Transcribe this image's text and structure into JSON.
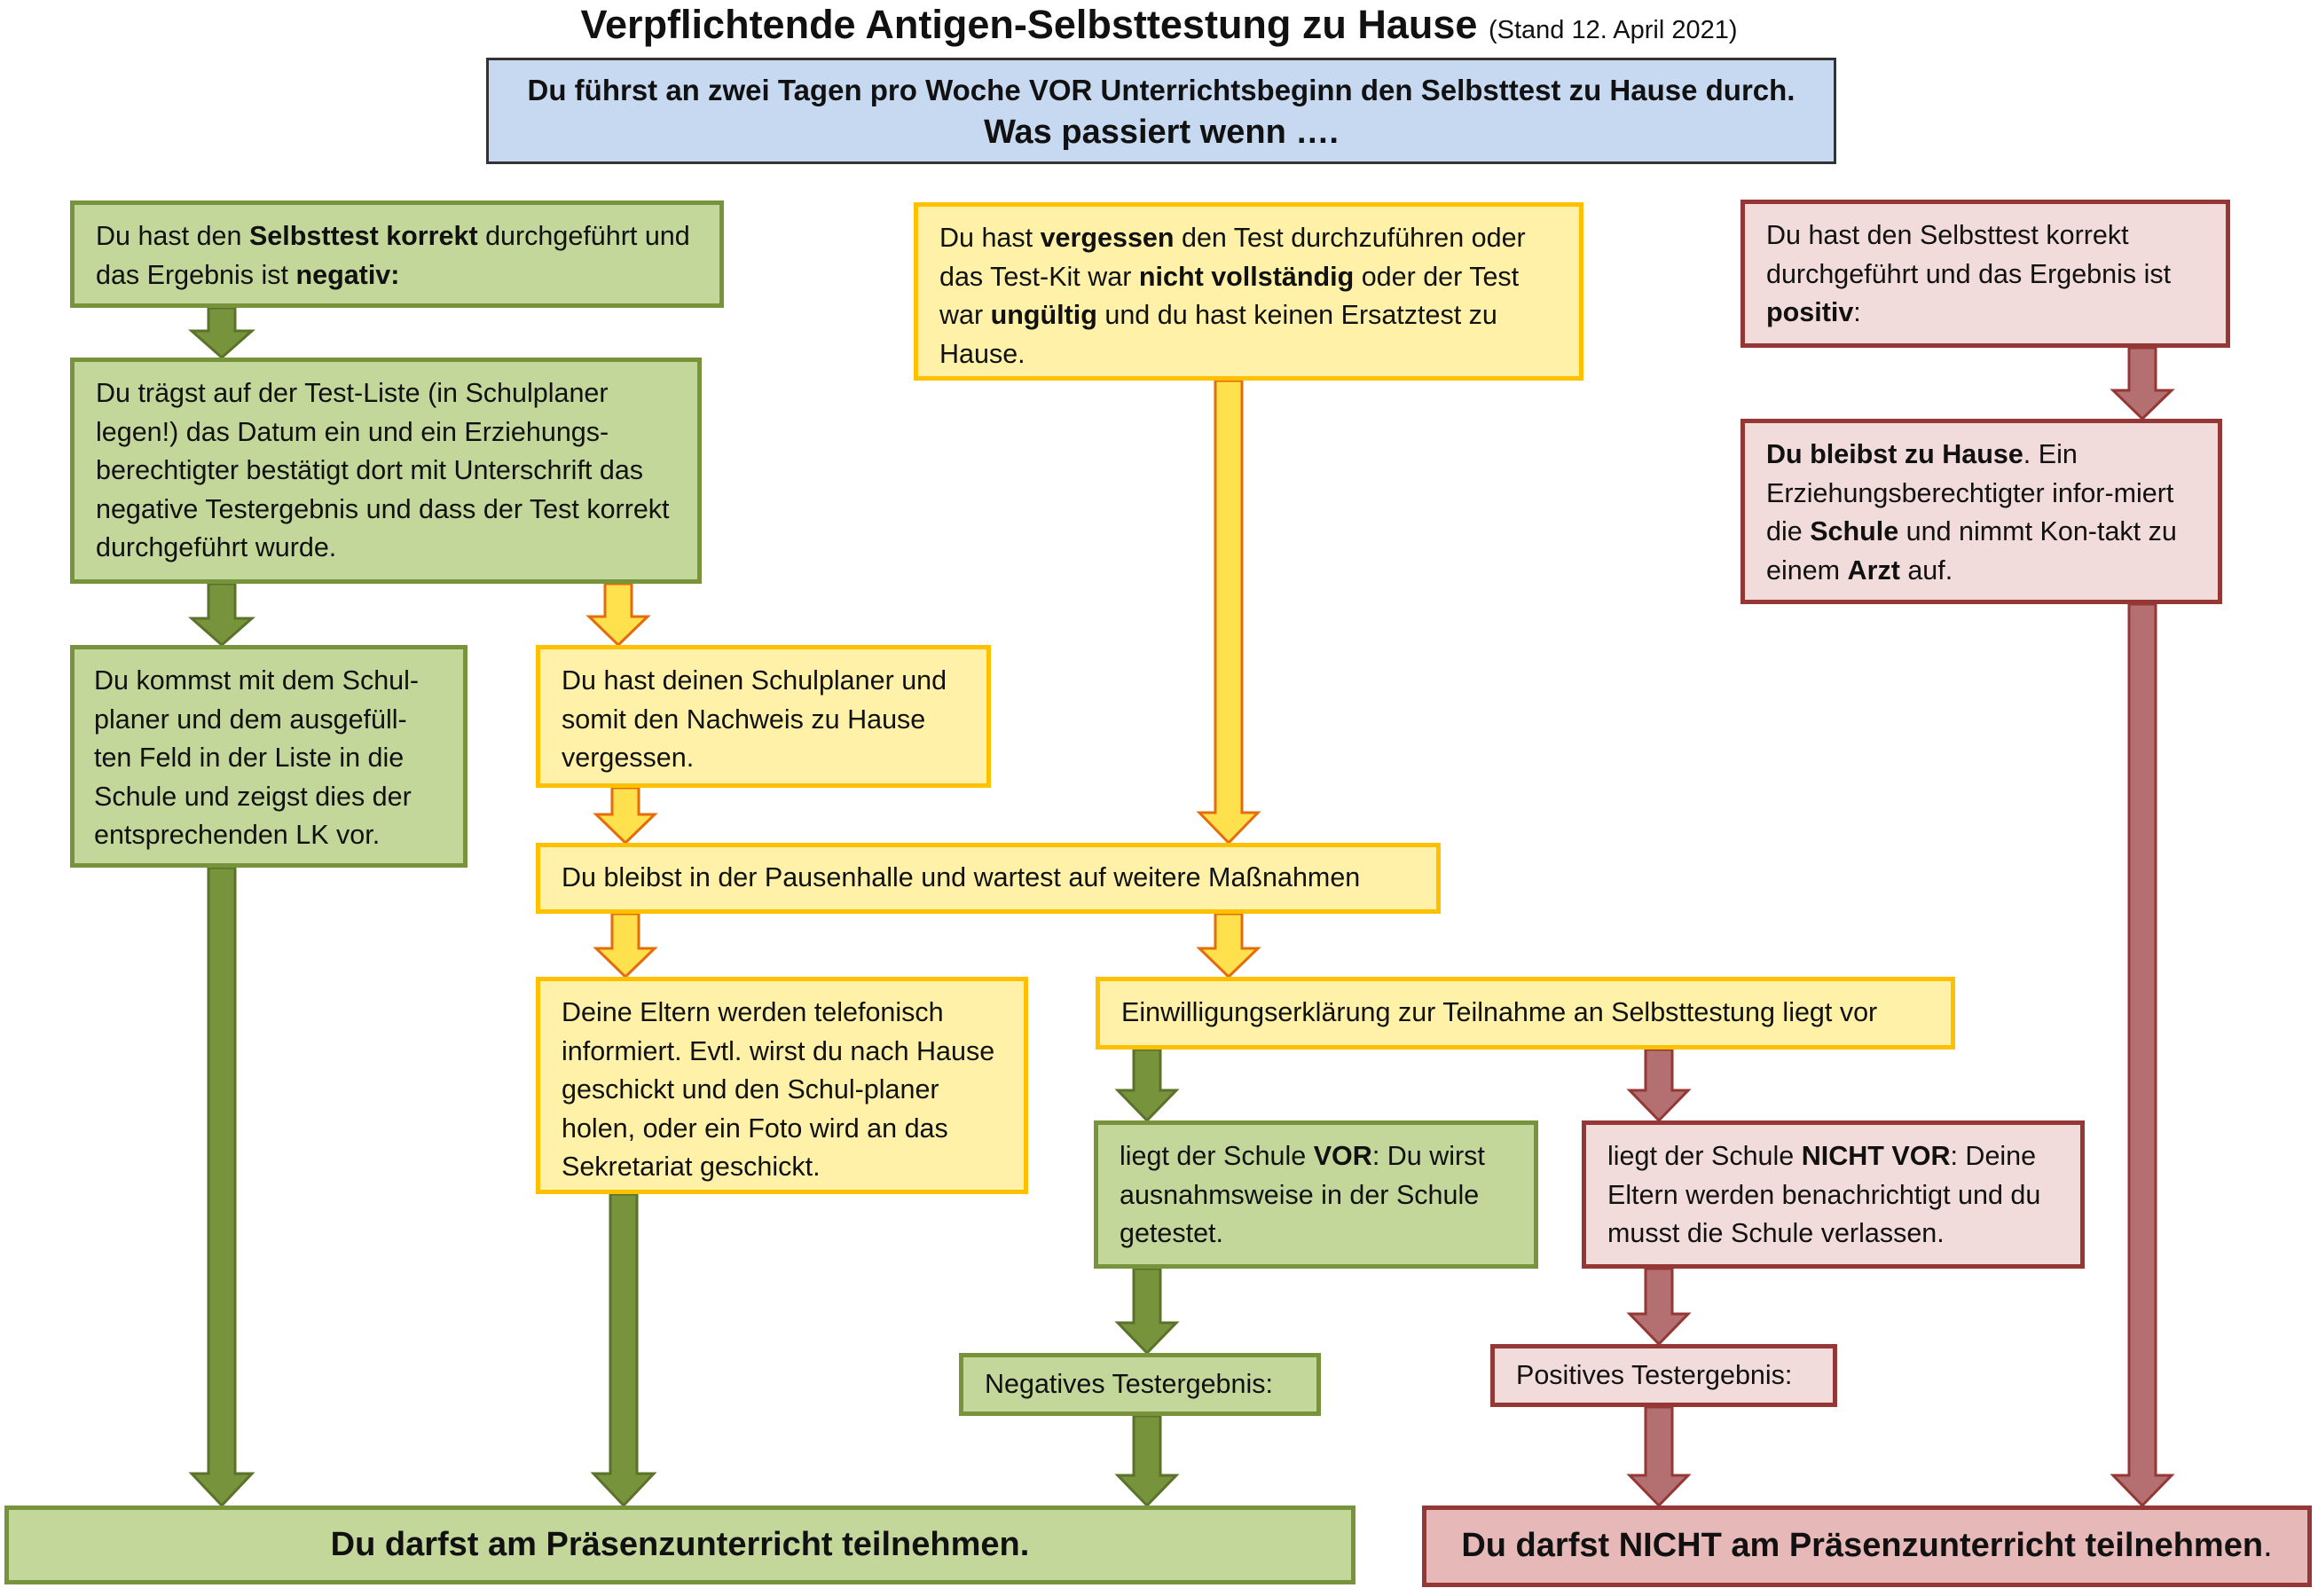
{
  "title": {
    "main": "Verpflichtende Antigen-Selbsttestung zu Hause",
    "stand": "(Stand 12. April 2021)"
  },
  "header": {
    "line1": "Du führst an zwei Tagen pro Woche VOR Unterrichtsbeginn den Selbsttest zu Hause durch.",
    "line2": "Was passiert wenn …."
  },
  "boxes": {
    "negative_case": {
      "p1": "Du hast den ",
      "b1": "Selbsttest korrekt",
      "p2": " durchgeführt und das Ergebnis ist ",
      "b2": "negativ:"
    },
    "testliste": "Du trägst auf der Test-Liste (in Schulplaner legen!) das Datum ein und ein Erziehungs-berechtigter bestätigt dort mit Unterschrift das negative Testergebnis und dass der Test korrekt durchgeführt wurde.",
    "schule_zeigen": "Du kommst mit dem Schul-planer und dem ausgefüll-ten Feld in der Liste in die Schule und zeigst dies der entsprechenden LK vor.",
    "schulplaner_vergessen": "Du hast deinen Schulplaner und somit den Nachweis zu Hause vergessen.",
    "vergessen_case": {
      "p1": "Du hast ",
      "b1": "vergessen",
      "p2": " den Test durchzuführen oder das Test-Kit war ",
      "b2": "nicht vollständig",
      "p3": " oder der Test war ",
      "b3": "ungültig",
      "p4": " und du hast keinen Ersatztest zu Hause."
    },
    "pausenhalle": "Du bleibst in der Pausenhalle und wartest auf weitere Maßnahmen",
    "eltern_telefon": "Deine Eltern werden telefonisch informiert. Evtl. wirst du nach Hause geschickt und den Schul-planer holen, oder ein Foto wird an das Sekretariat geschickt.",
    "einwilligung": "Einwilligungserklärung zur Teilnahme an Selbsttestung liegt vor",
    "liegt_vor": {
      "p1": "liegt der Schule ",
      "b1": "VOR",
      "p2": ": Du wirst ausnahmsweise in der Schule getestet."
    },
    "liegt_nicht_vor": {
      "p1": "liegt der Schule ",
      "b1": "NICHT VOR",
      "p2": ": Deine Eltern werden benachrichtigt und du musst die Schule verlassen."
    },
    "negatives_ergebnis": "Negatives Testergebnis:",
    "positives_ergebnis": "Positives Testergebnis:",
    "positive_case": {
      "p1": "Du hast den Selbsttest korrekt durchgeführt und das Ergebnis ist ",
      "b1": "positiv",
      "p2": ":"
    },
    "zu_hause": {
      "b1": "Du bleibst zu Hause",
      "p1": ". Ein Erziehungsberechtigter infor-miert die ",
      "b2": "Schule",
      "p2": " und nimmt Kon-takt zu einem ",
      "b3": "Arzt",
      "p3": " auf."
    },
    "final_yes": "Du darfst am Präsenzunterricht teilnehmen.",
    "final_no": {
      "b1": "Du darfst NICHT am Präsenzunterricht teilnehmen",
      "p1": "."
    }
  },
  "colors": {
    "green_fill": "#c4d79b",
    "green_border": "#77933c",
    "green_arrow": "#77933c",
    "yellow_fill": "#fff2a8",
    "yellow_border": "#ffc000",
    "yellow_arrow_fill": "#ffe14d",
    "yellow_arrow_stroke": "#e46c0a",
    "red_fill": "#f2dcdb",
    "red_final_fill": "#e6b9b8",
    "red_border": "#953735",
    "red_arrow": "#b47071",
    "header_fill": "#c6d9f1"
  }
}
